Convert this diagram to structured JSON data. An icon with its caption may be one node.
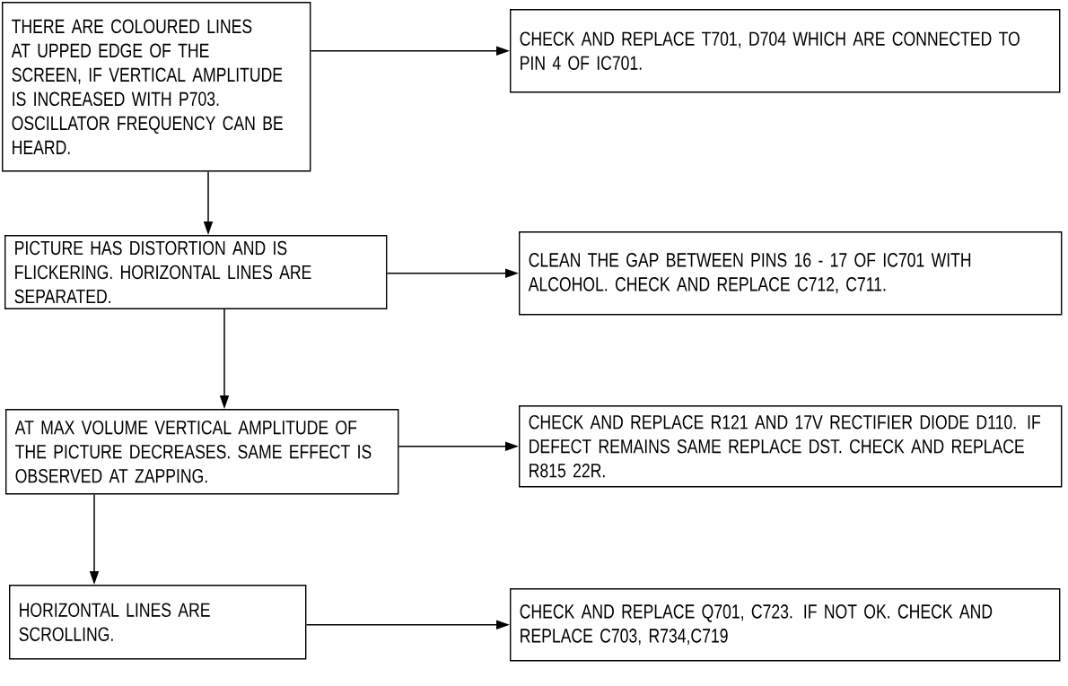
{
  "diagram": {
    "nodes": [
      {
        "text": [
          "THERE ARE COLOURED LINES AT UPPED EDGE OF THE SCREEN, IF VERTICAL AMPLITUDE IS INCREASED WITH P703. OSCILLATOR FREQUENCY CAN BE HEARD."
        ]
      },
      {
        "text": [
          "CHECK AND REPLACE T701, D704 WHICH ARE CONNECTED TO PIN 4 OF IC701."
        ]
      },
      {
        "text": [
          "PICTURE HAS DISTORTION AND IS FLICKERING. HORIZONTAL LINES ARE SEPARATED."
        ]
      },
      {
        "text": [
          "CLEAN THE GAP BETWEEN PINS 16 - 17 OF IC701 WITH ALCOHOL. CHECK AND REPLACE C712, C711."
        ]
      },
      {
        "text": [
          "AT MAX VOLUME VERTICAL AMPLITUDE OF THE PICTURE DECREASES. SAME EFFECT IS OBSERVED AT ZAPPING."
        ]
      },
      {
        "text": [
          "CHECK AND REPLACE R121 AND 17V RECTIFIER DIODE D110. IF DEFECT REMAINS SAME REPLACE DST. CHECK AND REPLACE R815 22R."
        ]
      },
      {
        "text": [
          "HORIZONTAL LINES ARE SCROLLING."
        ]
      },
      {
        "text": [
          "CHECK AND REPLACE Q701, C723. IF NOT OK. CHECK AND REPLACE C703, R734,C719"
        ]
      }
    ],
    "edges": [
      {
        "from": 0,
        "to": 1,
        "arrow": "to"
      },
      {
        "from": 0,
        "to": 2,
        "arrow": "to"
      },
      {
        "from": 2,
        "to": 3,
        "arrow": "to"
      },
      {
        "from": 2,
        "to": 4,
        "arrow": "to"
      },
      {
        "from": 4,
        "to": 5,
        "arrow": "to"
      },
      {
        "from": 4,
        "to": 6,
        "arrow": "to"
      },
      {
        "from": 6,
        "to": 7,
        "arrow": "to"
      }
    ]
  }
}
